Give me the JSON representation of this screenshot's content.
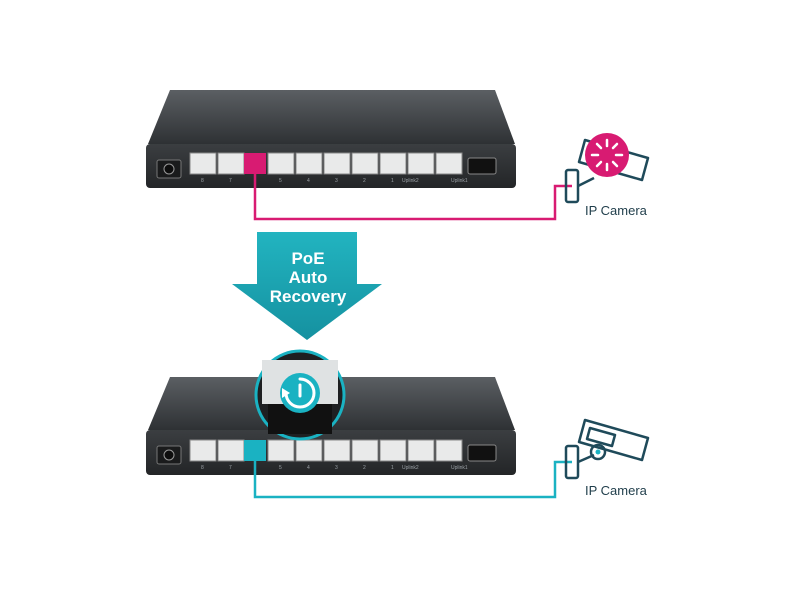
{
  "arrow": {
    "lines": [
      "PoE",
      "Auto",
      "Recovery"
    ],
    "color": "#1aa1ad"
  },
  "top": {
    "camera_label": "IP Camera",
    "status": "offline",
    "accent": "#d81b72",
    "camera_icon": "ip-camera-restarting-icon"
  },
  "bottom": {
    "camera_label": "IP Camera",
    "status": "recovered",
    "accent": "#1ab2c2",
    "camera_icon": "ip-camera-icon"
  },
  "switch": {
    "port_count": 10,
    "sfp_ports": 1,
    "body_color": "#3a3d40"
  },
  "recovery_icon": "power-recovery-icon"
}
